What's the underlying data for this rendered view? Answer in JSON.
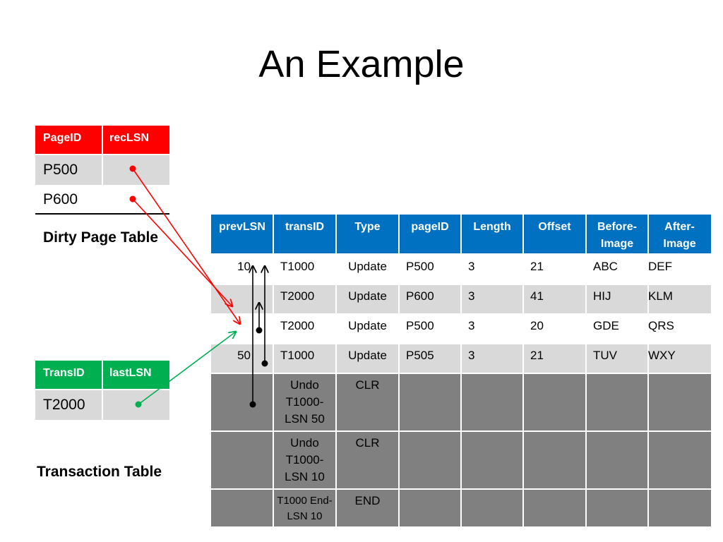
{
  "slide": {
    "title": "An Example"
  },
  "dirty_page_table": {
    "caption": "Dirty Page Table",
    "headers": [
      "PageID",
      "recLSN"
    ],
    "rows": [
      [
        "P500",
        ""
      ],
      [
        "P600",
        ""
      ]
    ]
  },
  "transaction_table": {
    "caption": "Transaction Table",
    "headers": [
      "TransID",
      "lastLSN"
    ],
    "rows": [
      [
        "T2000",
        ""
      ]
    ]
  },
  "log_table": {
    "headers": [
      "prevLSN",
      "transID",
      "Type",
      "pageID",
      "Length",
      "Offset",
      "Before-\nImage",
      "After-\nImage"
    ],
    "rows": [
      [
        "10",
        "T1000",
        "Update",
        "P500",
        "3",
        "21",
        "ABC",
        "DEF"
      ],
      [
        "",
        "T2000",
        "Update",
        "P600",
        "3",
        "41",
        "HIJ",
        "KLM"
      ],
      [
        "",
        "T2000",
        "Update",
        "P500",
        "3",
        "20",
        "GDE",
        "QRS"
      ],
      [
        "50",
        "T1000",
        "Update",
        "P505",
        "3",
        "21",
        "TUV",
        "WXY"
      ],
      [
        "",
        "Undo\nT1000-\nLSN 50",
        "CLR",
        "",
        "",
        "",
        "",
        ""
      ],
      [
        "",
        "Undo\nT1000-\nLSN 10",
        "CLR",
        "",
        "",
        "",
        "",
        ""
      ],
      [
        "",
        "T1000 End-\nLSN 10",
        "END",
        "",
        "",
        "",
        "",
        ""
      ]
    ]
  },
  "colors": {
    "dirty_header": "#ff0000",
    "transaction_header": "#00b050",
    "log_header": "#0070c0",
    "light_row": "#d9d9d9",
    "dark_row": "#808080",
    "recLSN_pointer": "#ff0000",
    "lastLSN_pointer": "#00b050",
    "prevLSN_pointer": "#000000"
  }
}
